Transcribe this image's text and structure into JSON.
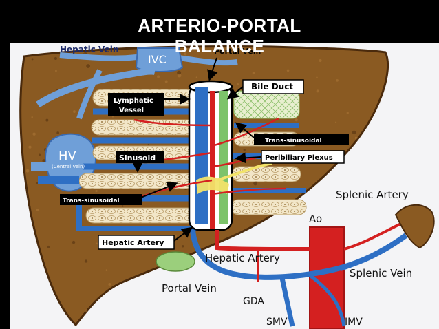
{
  "slide": {
    "title_line1": "ARTERIO-PORTAL",
    "title_line2": "BALANCE"
  },
  "diagram": {
    "labels": {
      "hepatic_vein": "Hepatic Vein",
      "ivc": "IVC",
      "portal_vein_top": "Portal Vein",
      "bile_duct": "Bile Duct",
      "lymphatic_vessel_1": "Lymphatic",
      "lymphatic_vessel_2": "Vessel",
      "hv": "HV",
      "central_vein": "(Central Vein)",
      "sinusoid": "Sinusoid",
      "trans_sinusoidal_right": "Trans-sinusoidal",
      "peribiliary_plexus": "Peribiliary Plexus",
      "trans_sinusoidal_left": "Trans-sinusoidal",
      "hepatic_artery_box": "Hepatic Artery",
      "hepatic_artery": "Hepatic Artery",
      "splenic_artery": "Splenic Artery",
      "ao": "Ao",
      "splenic_vein": "Splenic Vein",
      "portal_vein": "Portal Vein",
      "gda": "GDA",
      "smv": "SMV",
      "imv": "IMV"
    },
    "colors": {
      "background": "#000000",
      "panel": "#f4f4f6",
      "liver": "#8a5a22",
      "liver_dark": "#4a2a0c",
      "vein_blue": "#2e6fc4",
      "light_blue": "#6f9fd8",
      "artery_red": "#d42020",
      "bile_green": "#7cc36a",
      "lymph_yellow": "#f2e36a",
      "cell_beige": "#f2e6c8"
    }
  }
}
